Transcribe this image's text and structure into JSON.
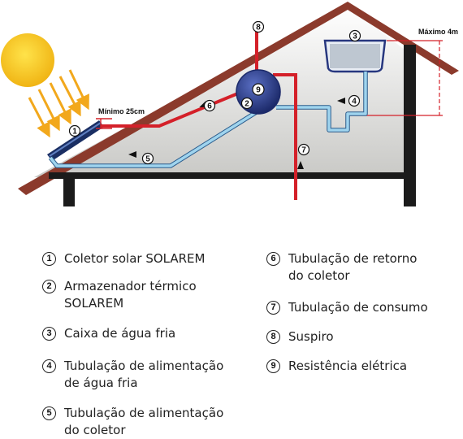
{
  "diagram": {
    "min_label": "Mínimo 25cm",
    "max_label": "Máximo 4m",
    "callouts": [
      "1",
      "2",
      "3",
      "4",
      "5",
      "6",
      "7",
      "8",
      "9"
    ]
  },
  "legend": [
    {
      "num": "1",
      "lines": [
        "Coletor solar SOLAREM"
      ]
    },
    {
      "num": "2",
      "lines": [
        "Armazenador térmico",
        "SOLAREM"
      ]
    },
    {
      "num": "3",
      "lines": [
        "Caixa de água fria"
      ]
    },
    {
      "num": "4",
      "lines": [
        "Tubulação de alimentação",
        "de água fria"
      ]
    },
    {
      "num": "5",
      "lines": [
        "Tubulação de alimentação",
        "do coletor"
      ]
    },
    {
      "num": "6",
      "lines": [
        "Tubulação de retorno",
        "do coletor"
      ]
    },
    {
      "num": "7",
      "lines": [
        "Tubulação de consumo"
      ]
    },
    {
      "num": "8",
      "lines": [
        "Suspiro"
      ]
    },
    {
      "num": "9",
      "lines": [
        "Resistência elétrica"
      ]
    }
  ],
  "colors": {
    "hot_pipe": "#d42029",
    "cold_pipe": "#9fd4ee",
    "roof": "#8b3a2c",
    "tank": "#27377f",
    "sun": "#f5c418",
    "sun_rays": "#f2a81c"
  }
}
